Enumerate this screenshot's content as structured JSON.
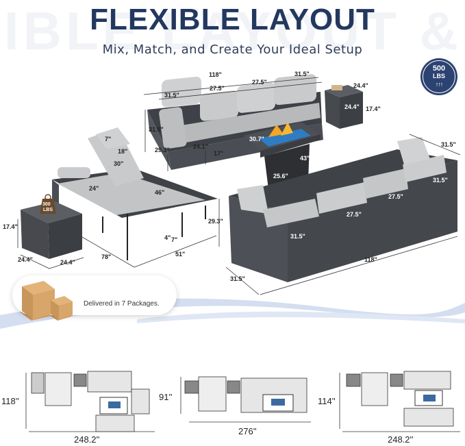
{
  "header": {
    "watermark": "IBLE LAYOUT &",
    "title": "FLEXIBLE LAYOUT",
    "subtitle": "Mix, Match, and Create Your Ideal Setup"
  },
  "badges": {
    "capacity_500": {
      "num": "500",
      "unit": "LBS",
      "arrows": "↑↑↑"
    },
    "capacity_300": {
      "num": "300",
      "unit": "LBS"
    }
  },
  "sofa_top": {
    "width_total": "118\"",
    "seg1": "31.5\"",
    "seg2": "27.5\"",
    "seg3": "27.5\"",
    "seg4": "31.5\"",
    "depth": "31.5\"",
    "back_height": "29.3\"",
    "seat_height": "17\"",
    "arm_height": "24.1\""
  },
  "side_table_top": {
    "width": "24.4\"",
    "depth": "24.4\"",
    "height": "17.4\""
  },
  "fire_table": {
    "width": "43\"",
    "depth": "30.7\"",
    "height": "25.6\""
  },
  "lounger": {
    "head": "7\"",
    "head_width": "18\"",
    "backrest": "30\"",
    "seat_front": "24\"",
    "length_seat": "46\"",
    "total_length": "78\"",
    "width": "51\"",
    "height": "29.3\"",
    "leg": "4\"",
    "seat_height": "7\""
  },
  "side_table_left": {
    "height": "17.4\"",
    "w1": "24.4\"",
    "w2": "24.4\""
  },
  "sectional_big": {
    "depth_right": "31.5\"",
    "seg_right": "31.5\"",
    "seg_27a": "27.5\"",
    "seg_27b": "27.5\"",
    "seg_left": "31.5\"",
    "total": "118\"",
    "depth_left": "31.5\""
  },
  "delivery": {
    "text": "Delivered in 7 Packages."
  },
  "plans": [
    {
      "height": "118''",
      "width": "248.2''"
    },
    {
      "height": "91''",
      "width": "276''"
    },
    {
      "height": "114''",
      "width": "248.2''"
    }
  ],
  "colors": {
    "navy": "#23385f",
    "wicker": "#4a4d53",
    "cushion": "#c9cacc",
    "wave": "#c8d6ec"
  }
}
